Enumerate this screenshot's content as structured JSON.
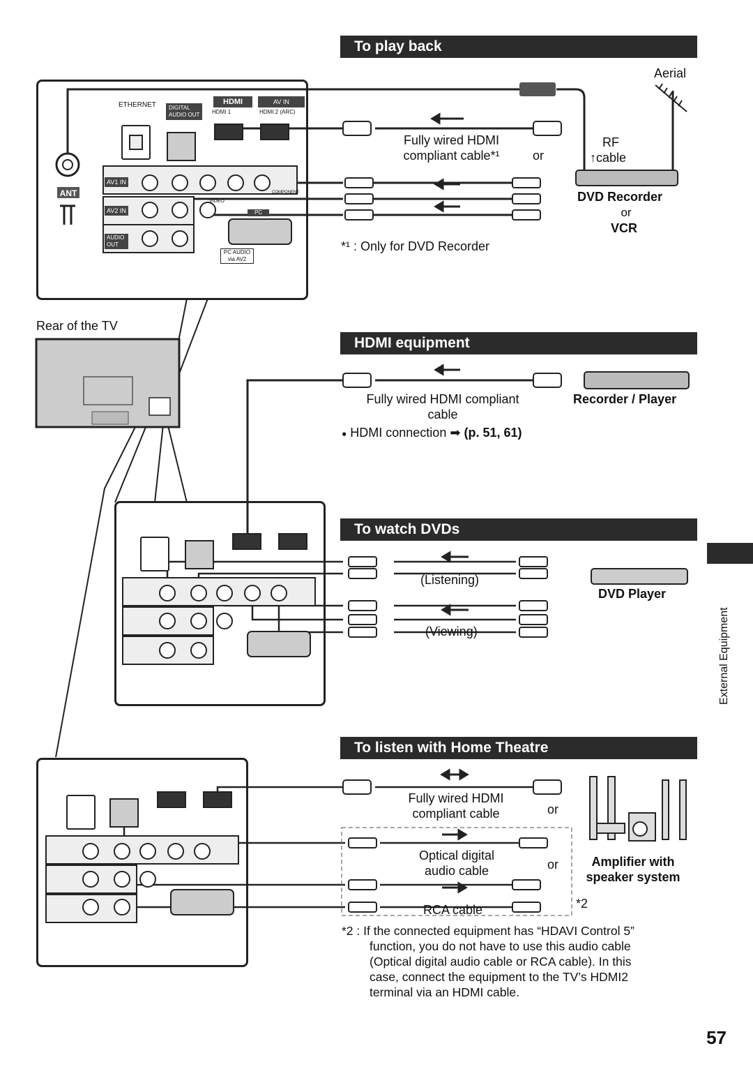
{
  "sections": {
    "playback": {
      "title": "To play back",
      "aerial": "Aerial",
      "hdmi_cable": [
        "Fully wired HDMI",
        "compliant cable*¹"
      ],
      "or1": "or",
      "rf_cable": [
        "RF",
        "cable"
      ],
      "device1": "DVD Recorder",
      "or2": "or",
      "device2": "VCR",
      "footnote": "*¹ : Only for DVD Recorder"
    },
    "hdmi": {
      "title": "HDMI equipment",
      "cable": [
        "Fully wired HDMI compliant",
        "cable"
      ],
      "device": "Recorder / Player",
      "connection": "HDMI connection",
      "ref": "(p. 51, 61)"
    },
    "dvd": {
      "title": "To watch DVDs",
      "listening": "(Listening)",
      "viewing": "(Viewing)",
      "device": "DVD Player"
    },
    "theatre": {
      "title": "To listen with Home Theatre",
      "hdmi_cable": [
        "Fully wired HDMI",
        "compliant cable"
      ],
      "or1": "or",
      "optical": [
        "Optical digital",
        "audio cable"
      ],
      "or2": "or",
      "rca": "RCA cable",
      "mark": "*2",
      "device": [
        "Amplifier with",
        "speaker system"
      ],
      "footnote": [
        "*2 : If the connected equipment has “HDAVI Control 5”",
        "function, you do not have to use this audio cable",
        "(Optical digital audio cable or RCA cable). In this",
        "case, connect the equipment to the TV’s HDMI2",
        "terminal via an HDMI cable."
      ]
    }
  },
  "tv": {
    "rear_label": "Rear of the TV",
    "ant": "ANT",
    "panel_labels": {
      "ethernet": "ETHERNET",
      "digital": "DIGITAL",
      "audio_out": "AUDIO OUT",
      "hdmi_logo": "HDMI",
      "av_in": "AV IN",
      "hdmi1": "HDMI 1",
      "hdmi2": "HDMI 2 (ARC)",
      "av1in": "AV1 IN",
      "av2in": "AV2 IN",
      "audio_out2": "AUDIO OUT",
      "component": "COMPONENT",
      "video": "VIDEO",
      "pc": "PC",
      "pc_audio": "PC AUDIO via AV2"
    }
  },
  "side_label": "External Equipment",
  "page_number": "57"
}
